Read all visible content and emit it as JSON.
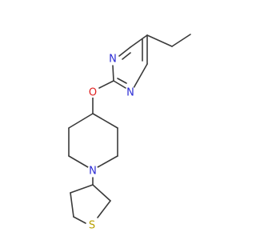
{
  "atoms": {
    "n_upper": "N",
    "n_lower": "N",
    "oxygen": "O",
    "n_piperidine": "N",
    "sulfur": "S"
  },
  "colors": {
    "nitrogen": "#2b2bd4",
    "oxygen": "#e02020",
    "sulfur": "#b8a000",
    "bond": "#3a3a3a"
  }
}
